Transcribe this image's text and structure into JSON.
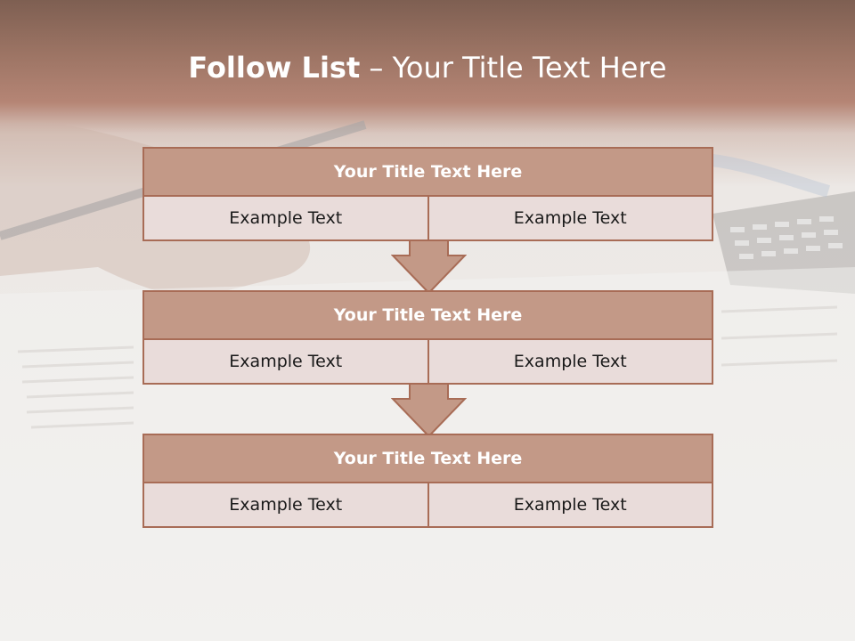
{
  "title": {
    "bold": "Follow List",
    "rest": " – Your Title Text Here"
  },
  "blocks": [
    {
      "header": "Your Title Text Here",
      "cells": [
        "Example Text",
        "Example Text"
      ]
    },
    {
      "header": "Your Title Text Here",
      "cells": [
        "Example Text",
        "Example Text"
      ]
    },
    {
      "header": "Your Title Text Here",
      "cells": [
        "Example Text",
        "Example Text"
      ]
    }
  ],
  "colors": {
    "accent": "#c39987",
    "border": "#a86c56",
    "cell": "#e9dcda",
    "title_band": "#9c7464"
  }
}
